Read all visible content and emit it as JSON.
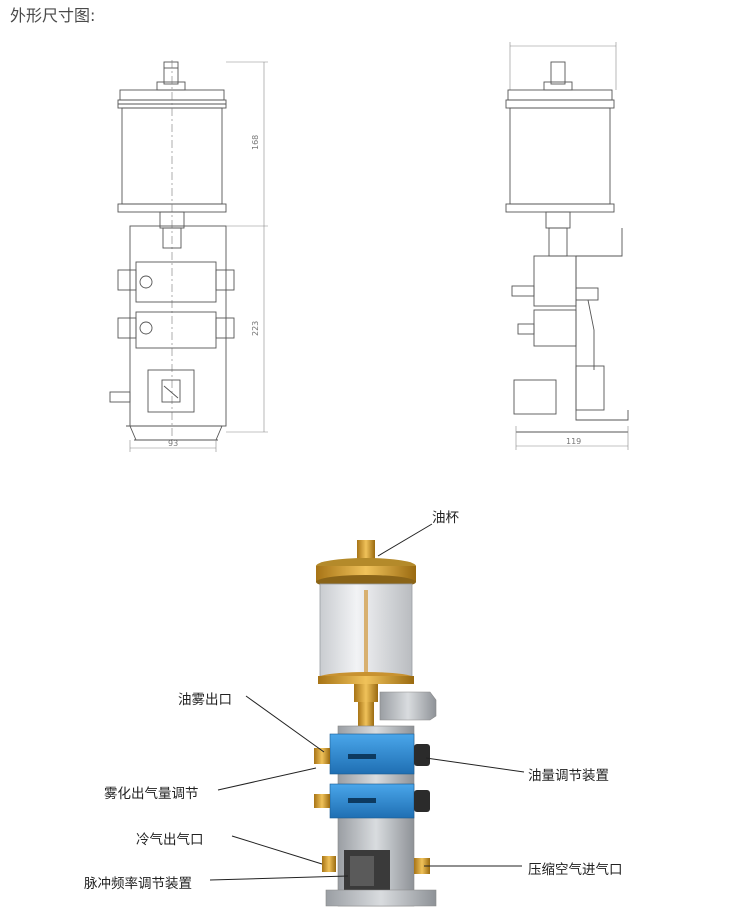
{
  "title": "外形尺寸图:",
  "drawing": {
    "front": {
      "dim_top": "168",
      "dim_bottom": "223",
      "dim_width": "93"
    },
    "side": {
      "dim_top_width": "",
      "dim_width": "119"
    }
  },
  "product": {
    "callouts": {
      "oil_cup": "油杯",
      "mist_outlet": "油雾出口",
      "atomization_adjust": "雾化出气量调节",
      "oil_volume_adjust": "油量调节装置",
      "cold_air_outlet": "冷气出气口",
      "compressed_air_inlet": "压缩空气进气口",
      "pulse_frequency_adjust": "脉冲频率调节装置"
    },
    "colors": {
      "block_blue": "#2f8fd6",
      "brass": "#c9962e",
      "frame": "#b8b8b8"
    }
  }
}
